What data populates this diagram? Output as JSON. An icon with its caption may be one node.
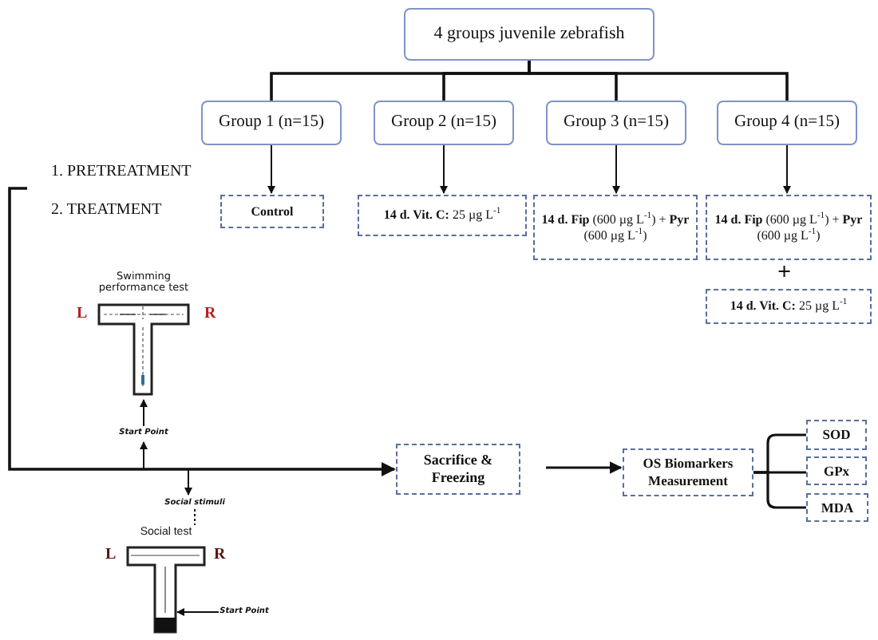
{
  "diagram": {
    "nodes": [
      {
        "text": [
          "4 groups juvenile zebrafish"
        ]
      },
      {
        "text": [
          "Group 1 (n=15)"
        ]
      },
      {
        "text": [
          "Group 2 (n=15)"
        ]
      },
      {
        "text": [
          "Group 3 (n=15)"
        ]
      },
      {
        "text": [
          "Group 4 (n=15)"
        ]
      },
      {
        "text": [
          "Control"
        ]
      },
      {
        "text": [
          "**14 d. Vit. C:** 25 µg L$^{-1}$"
        ]
      },
      {
        "text": [
          "**14 d. Fip** (600 µg L$^{-1}$) + **Pyr** (600 µg L$^{-1}$)"
        ]
      },
      {
        "text": [
          "**14 d. Fip** (600 µg L$^{-1}$) + **Pyr** (600 µg L$^{-1}$)"
        ]
      },
      {
        "text": [
          "**14 d. Vit. C:** 25 µg L$^{-1}$"
        ]
      },
      {
        "text": [
          "Sacrifice & Freezing"
        ]
      },
      {
        "text": [
          "OS Biomarkers Measurement"
        ]
      },
      {
        "text": [
          "SOD"
        ]
      },
      {
        "text": [
          "GPx"
        ]
      },
      {
        "text": [
          "MDA"
        ]
      },
      {
        "text": [
          "Swimming performance test"
        ],
        "beside": [
          "L",
          "R"
        ]
      },
      {
        "text": [
          "Start Point"
        ]
      },
      {
        "text": [
          "Social stimuli"
        ]
      },
      {
        "text": [
          "Social test"
        ],
        "beside": [
          "L",
          "R"
        ]
      },
      {
        "text": [
          "Start Point"
        ]
      }
    ],
    "edges": [
      {
        "from": 0,
        "to": 1,
        "arrow": "none"
      },
      {
        "from": 0,
        "to": 2,
        "arrow": "none"
      },
      {
        "from": 0,
        "to": 3,
        "arrow": "none"
      },
      {
        "from": 0,
        "to": 4,
        "arrow": "none"
      },
      {
        "from": 1,
        "to": 5,
        "arrow": "to"
      },
      {
        "from": 2,
        "to": 6,
        "arrow": "to"
      },
      {
        "from": 3,
        "to": 7,
        "arrow": "to"
      },
      {
        "from": 4,
        "to": 8,
        "arrow": "to"
      },
      {
        "from": null,
        "to": 10,
        "arrow": "to"
      },
      {
        "from": null,
        "to": 16,
        "arrow": "to"
      },
      {
        "from": 16,
        "to": 15,
        "arrow": "to"
      },
      {
        "from": null,
        "to": 17,
        "arrow": "to"
      },
      {
        "from": 17,
        "to": 18,
        "arrow": "none",
        "style": "dashed"
      },
      {
        "from": 19,
        "to": 18,
        "arrow": "to"
      },
      {
        "from": 10,
        "to": 11,
        "arrow": "to"
      },
      {
        "from": 11,
        "to": 12,
        "arrow": "none"
      },
      {
        "from": 11,
        "to": 13,
        "arrow": "none"
      },
      {
        "from": 11,
        "to": 14,
        "arrow": "none"
      }
    ],
    "labels": [
      "1. PRETREATMENT",
      "2. TREATMENT",
      "+"
    ]
  }
}
